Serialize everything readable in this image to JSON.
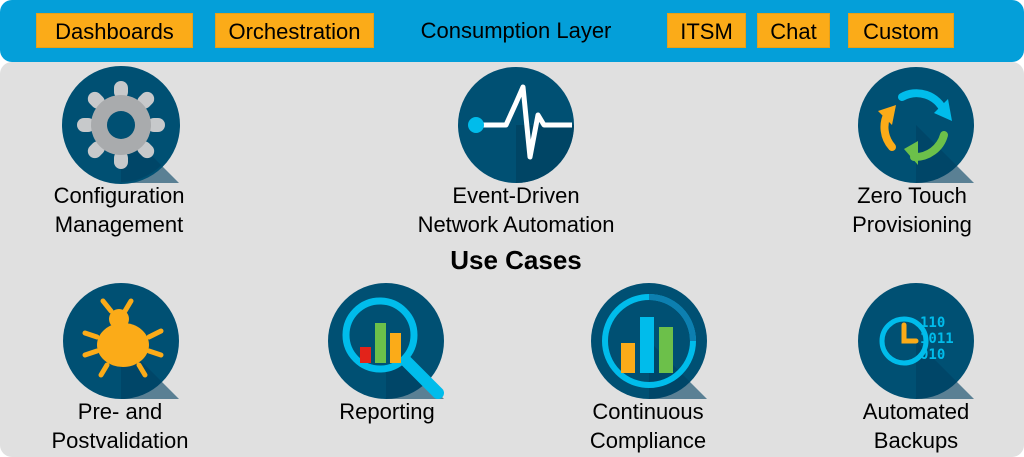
{
  "consumption_bar": {
    "chips": [
      "Dashboards",
      "Orchestration",
      "ITSM",
      "Chat",
      "Custom"
    ],
    "center_label": "Consumption Layer"
  },
  "use_cases": {
    "title": "Use Cases",
    "items": [
      {
        "line1": "Configuration",
        "line2": "Management",
        "icon": "gear-icon"
      },
      {
        "line1": "Event-Driven",
        "line2": "Network Automation",
        "icon": "pulse-icon"
      },
      {
        "line1": "Zero Touch",
        "line2": "Provisioning",
        "icon": "cycle-arrows-icon"
      },
      {
        "line1": "Pre- and",
        "line2": "Postvalidation",
        "icon": "bug-icon"
      },
      {
        "line1": "Reporting",
        "line2": "",
        "icon": "magnifier-chart-icon"
      },
      {
        "line1": "Continuous",
        "line2": "Compliance",
        "icon": "gauge-chart-icon"
      },
      {
        "line1": "Automated",
        "line2": "Backups",
        "icon": "clock-binary-icon"
      }
    ]
  },
  "colors": {
    "bar_blue": "#049fd9",
    "chip_orange": "#fbab18",
    "panel_gray": "#e0e0e0",
    "icon_navy": "#005073",
    "icon_shadow": "#004060"
  }
}
